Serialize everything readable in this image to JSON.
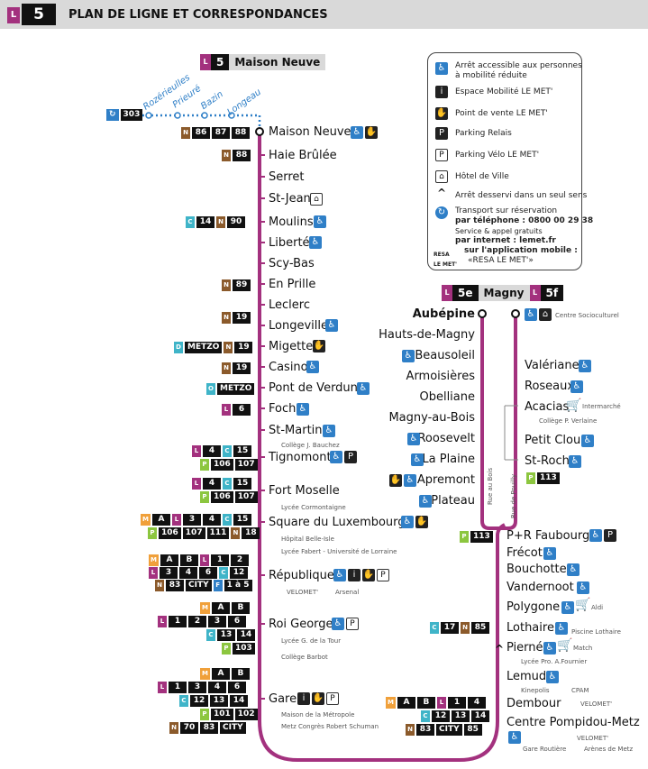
{
  "header": {
    "line_badge": "L",
    "line_number": "5",
    "title": "PLAN DE LIGNE ET CORRESPONDANCES"
  },
  "terminus_top": {
    "line_badge": "L",
    "number": "5",
    "name": "Maison Neuve"
  },
  "terminus_magny": {
    "left_badge": "L",
    "left_number": "5e",
    "name": "Magny",
    "right_badge": "L",
    "right_number": "5f"
  },
  "resa_stops": [
    "Rozérieulles",
    "Prieuré",
    "Bazin",
    "Longeau"
  ],
  "resa_line": "303",
  "left_stops": [
    "Maison Neuve",
    "Haie Brûlée",
    "Serret",
    "St-Jean",
    "Moulins",
    "Liberté",
    "Scy-Bas",
    "En Prille",
    "Leclerc",
    "Longeville",
    "Migette",
    "Casino",
    "Pont de Verdun",
    "Foch",
    "St-Martin",
    "Tignomont",
    "Fort Moselle",
    "Square du Luxembourg",
    "République",
    "Roi George",
    "Gare"
  ],
  "branch_e_stops": [
    "Aubépine",
    "Hauts-de-Magny",
    "Beausoleil",
    "Armoisières",
    "Obelliane",
    "Magny-au-Bois",
    "Roosevelt",
    "La Plaine",
    "Apremont",
    "Plateau"
  ],
  "branch_f_stops": [
    "Valériane",
    "Roseaux",
    "Acacias",
    "Petit Clou",
    "St-Roch"
  ],
  "right_stops": [
    "P+R Faubourg",
    "Frécot",
    "Bouchotte",
    "Vandernoot",
    "Polygone",
    "Lothaire",
    "Pierné",
    "Lemud",
    "Dembour",
    "Centre Pompidou-Metz"
  ],
  "small_labels": {
    "centre_socio": "Centre Socioculturel",
    "college_bauchez": "Collège J. Bauchez",
    "lycee_cormontaigne": "Lycée Cormontaigne",
    "hopital": "Hôpital Belle-Isle",
    "lycee_fabert": "Lycée Fabert - Université de Lorraine",
    "velomet": "VELOMET'",
    "arsenal": "Arsenal",
    "lycee_tour": "Lycée G. de la Tour",
    "college_barbot": "Collège Barbot",
    "maison_metropole": "Maison de la Métropole",
    "metz_congres": "Metz Congrès Robert Schuman",
    "intermarche": "Intermarché",
    "college_verlaine": "Collège P. Verlaine",
    "aldi": "Aldi",
    "piscine": "Piscine Lothaire",
    "match": "Match",
    "lycee_fournier": "Lycée Pro. A.Fournier",
    "kinepolis": "Kinepolis",
    "cpam": "CPAM",
    "gare_routiere": "Gare Routière",
    "arenes": "Arènes de Metz",
    "rue_aubepine": "Rue de Pouilly",
    "rue_bois": "Rue au Bois"
  },
  "legend": {
    "access": "Arrêt accessible aux personnes",
    "access2": "à mobilité réduite",
    "espace": "Espace Mobilité LE MET'",
    "point_vente": "Point de vente LE MET'",
    "relais": "Parking Relais",
    "velo": "Parking Vélo LE MET'",
    "hotel": "Hôtel de Ville",
    "sens": "Arrêt desservi dans un seul sens",
    "resa": "Transport sur réservation",
    "tel": "par téléphone : 0800 00 29 38",
    "tel2": "Service & appel gratuits",
    "internet": "par internet : lemet.fr",
    "app": "sur l'application mobile :",
    "app2": "«RESA LE MET'»"
  },
  "badges": {
    "maison_neuve": [
      "86",
      "87",
      "88"
    ],
    "haie": [
      "88"
    ],
    "moulins": [
      "14",
      "90"
    ],
    "en_prille": [
      "89"
    ],
    "leclerc": [
      "19"
    ],
    "migette": [
      "METZO",
      "19"
    ],
    "casino": [
      "19"
    ],
    "pont": [
      "METZO"
    ],
    "foch": [
      "6"
    ],
    "tignomont1": [
      "4",
      "15"
    ],
    "tignomont2": [
      "106",
      "107"
    ],
    "fort1": [
      "4",
      "15"
    ],
    "fort2": [
      "106",
      "107"
    ],
    "square1": [
      "A",
      "3",
      "4",
      "15"
    ],
    "square2": [
      "106",
      "107",
      "111",
      "18"
    ],
    "rep1": [
      "A",
      "B",
      "1",
      "2"
    ],
    "rep2": [
      "3",
      "4",
      "6",
      "12"
    ],
    "rep3": [
      "83",
      "CITY",
      "1 à 5"
    ],
    "roi1": [
      "A",
      "B"
    ],
    "roi2": [
      "1",
      "2",
      "3",
      "6"
    ],
    "roi3": [
      "13",
      "14"
    ],
    "roi4": [
      "103"
    ],
    "gare1": [
      "A",
      "B"
    ],
    "gare2": [
      "1",
      "3",
      "4",
      "6"
    ],
    "gare3": [
      "12",
      "13",
      "14"
    ],
    "gare4": [
      "101",
      "102"
    ],
    "gare5": [
      "70",
      "83",
      "CITY"
    ],
    "st_roch": [
      "113"
    ],
    "pr_faubourg": [
      "113"
    ],
    "lothaire": [
      "17",
      "85"
    ],
    "dembour1": [
      "A",
      "B",
      "1",
      "4"
    ],
    "dembour2": [
      "12",
      "13",
      "14"
    ],
    "dembour3": [
      "83",
      "CITY",
      "85"
    ]
  },
  "colors": {
    "line": "#a3317e",
    "access": "#2f7fc7",
    "resa": "#2f7fc7"
  }
}
